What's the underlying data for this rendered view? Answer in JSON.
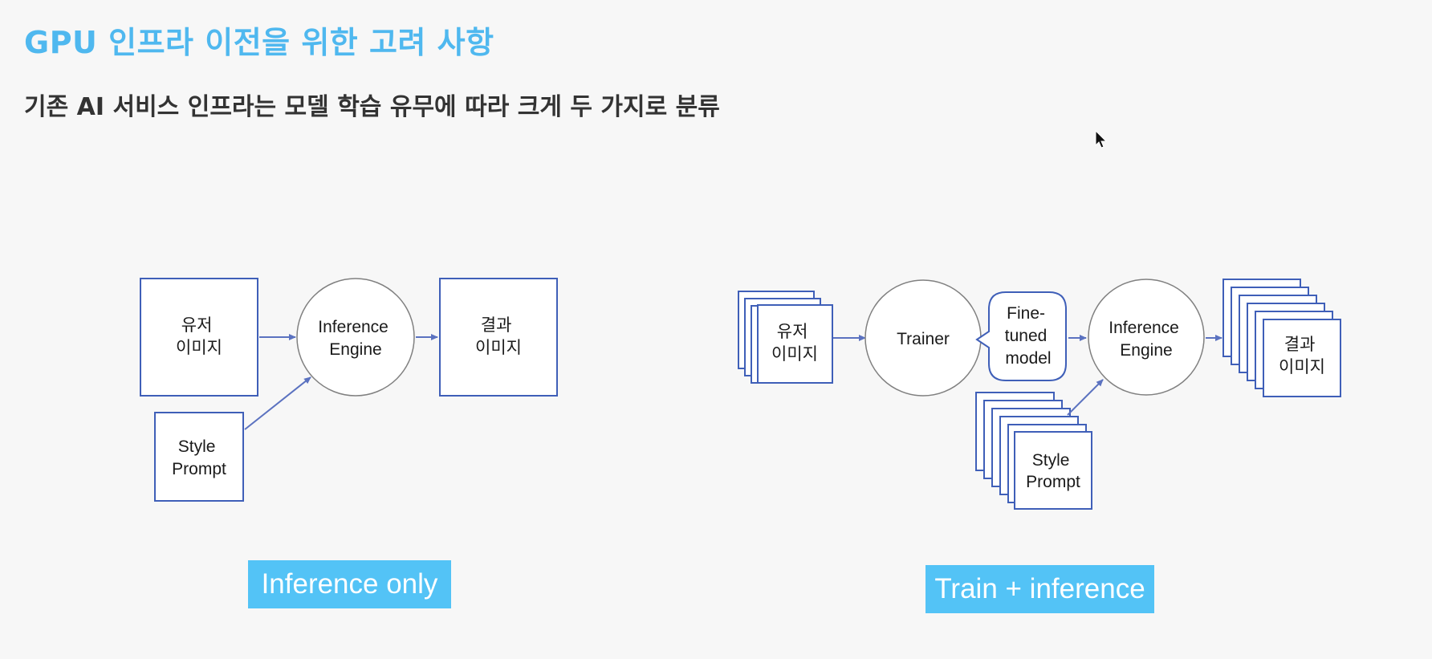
{
  "header": {
    "title": "GPU 인프라 이전을 위한 고려 사항",
    "subtitle": "기존 AI 서비스 인프라는 모델 학습 유무에 따라 크게 두 가지로 분류"
  },
  "inference_only": {
    "label": "Inference only",
    "user_image": [
      "유저",
      "이미지"
    ],
    "style_prompt": [
      "Style",
      "Prompt"
    ],
    "engine": [
      "Inference",
      "Engine"
    ],
    "result_image": [
      "결과",
      "이미지"
    ]
  },
  "train_inference": {
    "label": "Train + inference",
    "user_image": [
      "유저",
      "이미지"
    ],
    "trainer": [
      "Trainer"
    ],
    "finetuned_model": [
      "Fine-",
      "tuned",
      "model"
    ],
    "engine": [
      "Inference",
      "Engine"
    ],
    "style_prompt": [
      "Style",
      "Prompt"
    ],
    "result_image": [
      "결과",
      "이미지"
    ]
  },
  "colors": {
    "title": "#4fb8ef",
    "box_border": "#3f5fb8",
    "arrow": "#5b72c0",
    "circle_border": "#808080",
    "label_bg": "#53c3f6"
  }
}
